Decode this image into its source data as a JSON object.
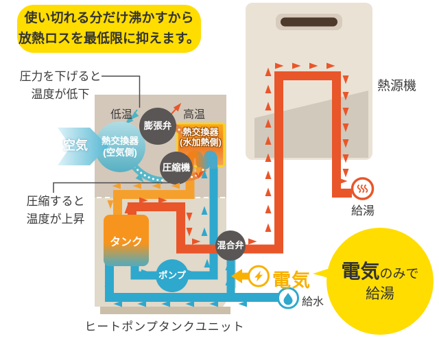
{
  "callout": {
    "line1": "使い切れる分だけ沸かすから",
    "line2": "放熱ロスを最低限に抑えます。"
  },
  "notes": {
    "pressure_line1": "圧力を下げると",
    "pressure_line2": "温度が低下",
    "compress_line1": "圧縮すると",
    "compress_line2": "温度が上昇"
  },
  "heat_pump_unit": {
    "caption": "ヒートポンプタンクユニット",
    "low_temp": "低温",
    "high_temp": "高温",
    "air": "空気",
    "expansion_valve": "膨張弁",
    "air_hx_line1": "熱交換器",
    "air_hx_line2": "(空気側)",
    "compressor": "圧縮機",
    "water_hx_line1": "熱交換器",
    "water_hx_line2": "(水加熱側)",
    "tank": "タンク",
    "pump": "ポンプ",
    "mixing_valve": "混合弁"
  },
  "heat_source_unit": {
    "label": "熱源機"
  },
  "flows": {
    "hot_water_out": "給湯",
    "water_supply": "給水",
    "electricity": "電気"
  },
  "bubble": {
    "line1_big": "電気",
    "line1_small": "のみで",
    "line2": "給湯"
  },
  "icons": {
    "hot_water": "steam-icon",
    "water_supply": "water-drop-icon",
    "electricity": "lightning-bolt-icon",
    "air_flow": "air-flow-arrow"
  },
  "colors": {
    "callout_bg": "#ffdd00",
    "bubble_bg": "#ffdd00",
    "hot_pipe": "#e8562a",
    "warm_pipe": "#f5a02d",
    "cold_pipe": "#2fa8cd",
    "electric": "#f8b100",
    "component_gray": "#5a5655",
    "tank_orange": "#f7941e",
    "unit_beige": "#d4c8ba"
  }
}
